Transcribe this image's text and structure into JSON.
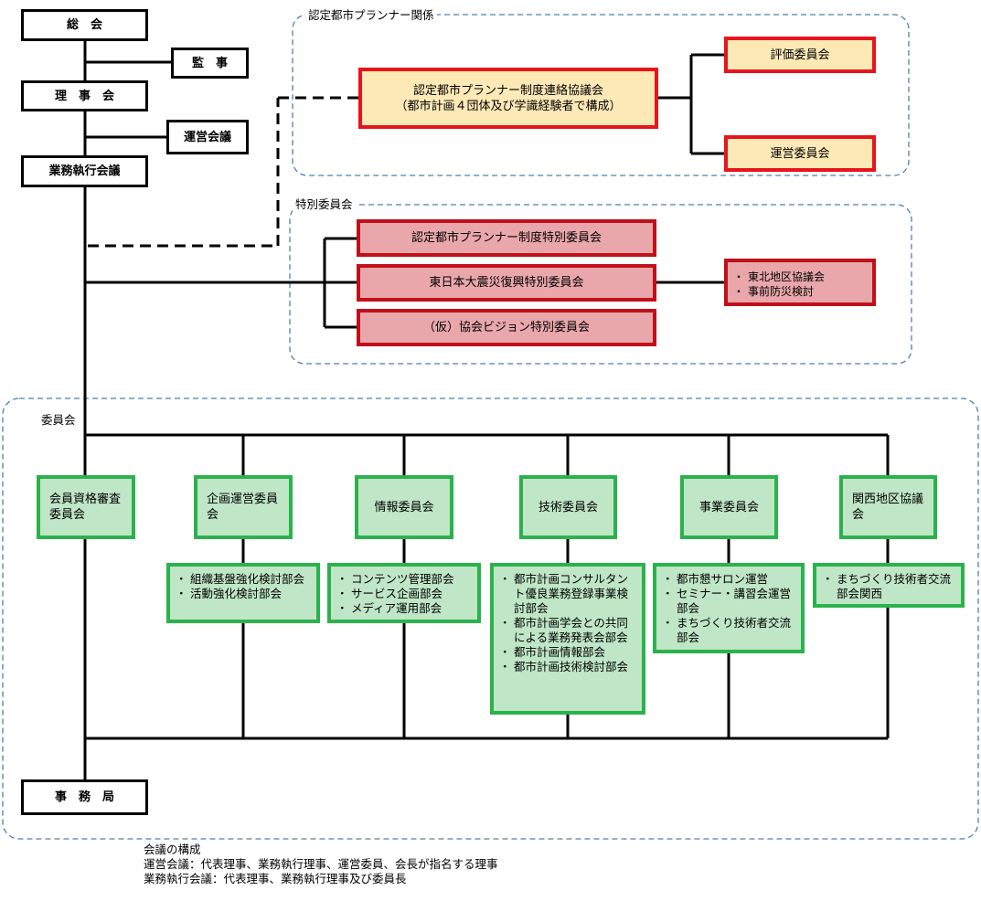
{
  "management": {
    "soukai": "総　会",
    "kanji": "監　事",
    "rijikai": "理　事　会",
    "uneikaigi": "運営会議",
    "gyoumu": "業務執行会議",
    "jimukyoku": "事　務　局"
  },
  "planner_group": {
    "label": "認定都市プランナー関係",
    "council_line1": "認定都市プランナー制度連絡協議会",
    "council_line2": "（都市計画４団体及び学識経験者で構成）",
    "evaluation": "評価委員会",
    "operation": "運営委員会"
  },
  "special_group": {
    "label": "特別委員会",
    "items": [
      "認定都市プランナー制度特別委員会",
      "東日本大震災復興特別委員会",
      "（仮）協会ビジョン特別委員会"
    ],
    "tohoku_sub": [
      "東北地区協議会",
      "事前防災検討"
    ]
  },
  "committees": {
    "label": "委員会",
    "items": [
      {
        "name": "会員資格審査委員会",
        "subs": []
      },
      {
        "name": "企画運営委員会",
        "subs": [
          "組織基盤強化検討部会",
          "活動強化検討部会"
        ]
      },
      {
        "name": "情報委員会",
        "subs": [
          "コンテンツ管理部会",
          "サービス企画部会",
          "メディア運用部会"
        ]
      },
      {
        "name": "技術委員会",
        "subs": [
          "都市計画コンサルタント優良業務登録事業検討部会",
          "都市計画学会との共同による業務発表会部会",
          "都市計画情報部会",
          "都市計画技術検討部会"
        ]
      },
      {
        "name": "事業委員会",
        "subs": [
          "都市懇サロン運営",
          "セミナー・講習会運営部会",
          "まちづくり技術者交流部会"
        ]
      },
      {
        "name": "関西地区協議会",
        "subs": [
          "まちづくり技術者交流部会関西"
        ]
      }
    ]
  },
  "notes": {
    "title": "会議の構成",
    "line1": "運営会議：代表理事、業務執行理事、運営委員、会長が指名する理事",
    "line2": "業務執行会議：代表理事、業務執行理事及び委員長"
  }
}
